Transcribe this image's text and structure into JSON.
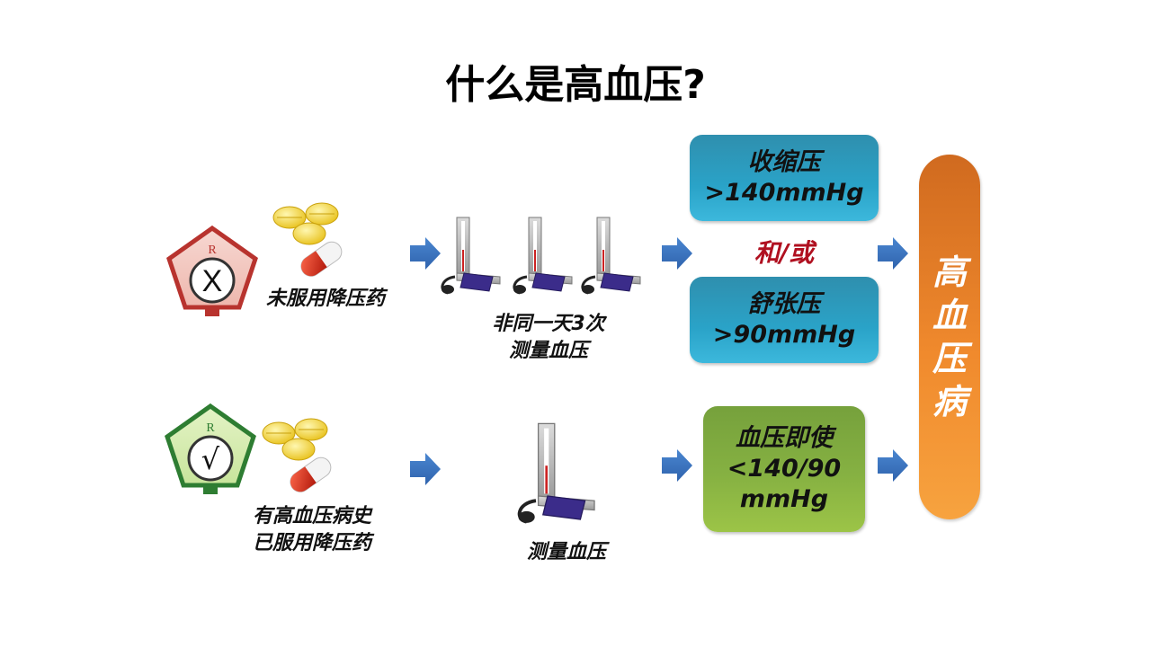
{
  "title": "什么是高血压?",
  "row1": {
    "caption": "未服用降压药",
    "badge_symbol": "X",
    "badge_logo": "R",
    "step_label_line1": "非同一天3次",
    "step_label_line2": "测量血压",
    "systolic_label": "收缩压",
    "systolic_value": ">140mmHg",
    "connector": "和/或",
    "diastolic_label": "舒张压",
    "diastolic_value": ">90mmHg"
  },
  "row2": {
    "caption_line1": "有高血压病史",
    "caption_line2": "已服用降压药",
    "badge_symbol": "√",
    "badge_logo": "R",
    "step_label": "测量血压",
    "condition_line1": "血压即使",
    "condition_line2": "<140/90",
    "condition_line3": "mmHg"
  },
  "result": {
    "chars": [
      "高",
      "血",
      "压",
      "病"
    ]
  },
  "colors": {
    "arrow": "#3a77c4",
    "badge_red": "#b8332e",
    "badge_green": "#2e7d32",
    "box_blue": "#2aa3c8",
    "box_green": "#86b142",
    "result_orange": "#f08a2d",
    "connector_red": "#b01020"
  },
  "icons": {
    "arrow": "right-arrow-icon",
    "badge_no": "red-star-badge-icon",
    "badge_yes": "green-star-badge-icon",
    "pills": "pills-icon",
    "monitor": "blood-pressure-monitor-icon"
  }
}
